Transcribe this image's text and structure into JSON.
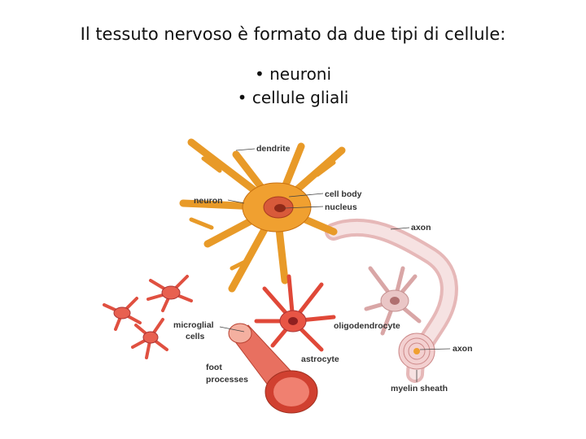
{
  "slide": {
    "title": "Il tessuto nervoso è formato da due tipi di cellule:",
    "bullets": [
      "• neuroni",
      "• cellule gliali"
    ]
  },
  "figure": {
    "labels": {
      "dendrite": "dendrite",
      "neuron": "neuron",
      "cell_body": "cell body",
      "nucleus": "nucleus",
      "axon_top": "axon",
      "microglial_1": "microglial",
      "microglial_2": "cells",
      "oligodendrocyte": "oligodendrocyte",
      "astrocyte": "astrocyte",
      "foot_1": "foot",
      "foot_2": "processes",
      "axon_right": "axon",
      "myelin_sheath": "myelin sheath"
    },
    "colors": {
      "neuron": "#f0a030",
      "neuron_edge": "#c87010",
      "glia": "#e05040",
      "oligodendrocyte": "#e9c2c2",
      "axon": "#f3d6d6",
      "vessel": "#e06050"
    }
  }
}
